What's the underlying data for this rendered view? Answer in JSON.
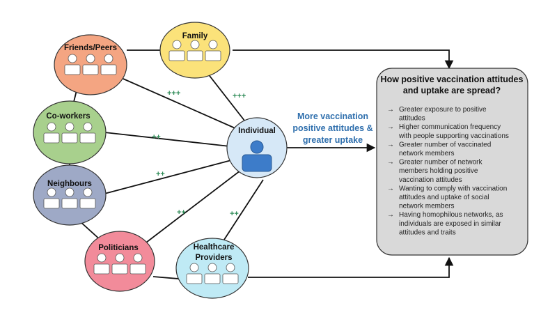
{
  "colors": {
    "friends": "#f4a582",
    "family": "#fbe27a",
    "coworkers": "#a8d08d",
    "neighbours": "#9ea9c6",
    "politicians": "#f28b9a",
    "healthcare": "#bfeaf5",
    "individual": "#d6e8f7",
    "person": "#3d7cc9",
    "weight": "#2e8b57",
    "center_text": "#2f6fad",
    "box": "#d9d9d9"
  },
  "icons": {
    "group": "people-group-icon",
    "person": "person-icon",
    "arrow": "arrowhead-icon"
  },
  "nodes": {
    "friends": "Friends/Peers",
    "family": "Family",
    "coworkers": "Co-workers",
    "neighbours": "Neighbours",
    "politicians": "Politicians",
    "healthcare_1": "Healthcare",
    "healthcare_2": "Providers",
    "individual": "Individual"
  },
  "weights": {
    "friends": "+++",
    "family": "+++",
    "coworkers": "++",
    "neighbours": "++",
    "politicians": "++",
    "healthcare": "++"
  },
  "center_text": {
    "line1": "More vaccination",
    "line2": "positive attitudes &",
    "line3": "greater uptake"
  },
  "box": {
    "title_1": "How positive vaccination attitudes",
    "title_2": "and uptake are spread?",
    "bullets": [
      [
        "Greater exposure to positive",
        "attitudes"
      ],
      [
        "Higher communication frequency",
        "with people supporting vaccinations"
      ],
      [
        "Greater number of vaccinated",
        "network members"
      ],
      [
        "Greater number of network",
        "members holding positive",
        "vaccination attitudes"
      ],
      [
        "Wanting to comply with vaccination",
        "attitudes and uptake of social",
        "network members"
      ],
      [
        "Having homophilous networks, as",
        "individuals are exposed in similar",
        "attitudes and traits"
      ]
    ]
  }
}
